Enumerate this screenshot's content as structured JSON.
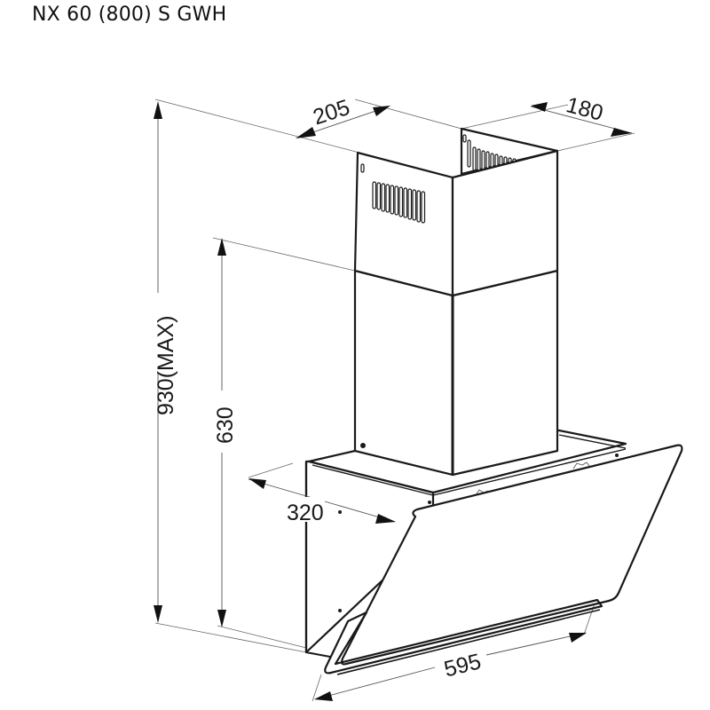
{
  "title": "NX 60 (800) S GWH",
  "diagram": {
    "subject": "chimney cooker hood dimension drawing",
    "units": "mm",
    "dimensions": {
      "chimney_depth": "205",
      "chimney_width": "180",
      "total_height": "930(MAX)",
      "body_height": "630",
      "hood_depth": "320",
      "hood_width": "595"
    },
    "colors": {
      "line": "#1a1a1a",
      "background": "#ffffff"
    }
  }
}
